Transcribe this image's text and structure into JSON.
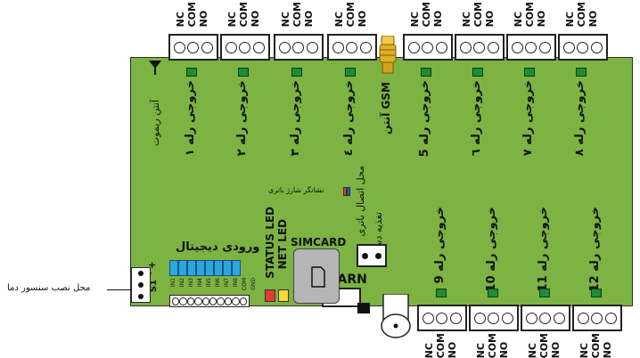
{
  "top_relays": [
    {
      "nc": "NC",
      "com": "COM",
      "no": "NO",
      "label": "خروجی رله ۱"
    },
    {
      "nc": "NC",
      "com": "COM",
      "no": "NO",
      "label": "خروجی رله ۲"
    },
    {
      "nc": "NC",
      "com": "COM",
      "no": "NO",
      "label": "خروجی رله ۳"
    },
    {
      "nc": "NC",
      "com": "COM",
      "no": "NO",
      "label": "خروجی رله ٤"
    },
    {
      "nc": "NC",
      "com": "COM",
      "no": "NO",
      "label": "خروجی رله 5"
    },
    {
      "nc": "NC",
      "com": "COM",
      "no": "NO",
      "label": "خروجی رله ٦"
    },
    {
      "nc": "NC",
      "com": "COM",
      "no": "NO",
      "label": "خروجی رله ۷"
    },
    {
      "nc": "NC",
      "com": "COM",
      "no": "NO",
      "label": "خروجی رله ۸"
    }
  ],
  "bottom_relays": [
    {
      "nc": "NC",
      "com": "COM",
      "no": "NO",
      "label": "خروجی رله 9"
    },
    {
      "nc": "NC",
      "com": "COM",
      "no": "NO",
      "label": "خروجی رله 10"
    },
    {
      "nc": "NC",
      "com": "COM",
      "no": "NO",
      "label": "خروجی رله 11"
    },
    {
      "nc": "NC",
      "com": "COM",
      "no": "NO",
      "label": "خروجی رله 12"
    }
  ],
  "labels": {
    "remote_antenna": "آنتن ریموت",
    "gsm_antenna": "آنتن GSM",
    "battery_charge_indicator": "نشانگر شارژ باتری",
    "battery_connection": "محل اتصال باتری",
    "device_power": "تغذیه دستگاه",
    "status_led": "STATUS LED",
    "net_led": "NET LED",
    "simcard": "SIMCARD",
    "learn": "LEARN",
    "digital_inputs": "ورودی دیجیتال",
    "temp_sensor_location": "محل نصب سنسور دما",
    "s1": "S1",
    "plus": "+",
    "minus": "-"
  },
  "digital_inputs": [
    "IN1",
    "IN2",
    "IN3",
    "IN4",
    "IN5",
    "IN6",
    "IN7",
    "IN8",
    "COM",
    "GND"
  ],
  "colors": {
    "board": "#7cb342",
    "led_green": "#1e8c34",
    "status_led": "#e53935",
    "net_led": "#fdd835",
    "input_blue": "#29a8e0",
    "antenna_gold": "#e0b020"
  }
}
